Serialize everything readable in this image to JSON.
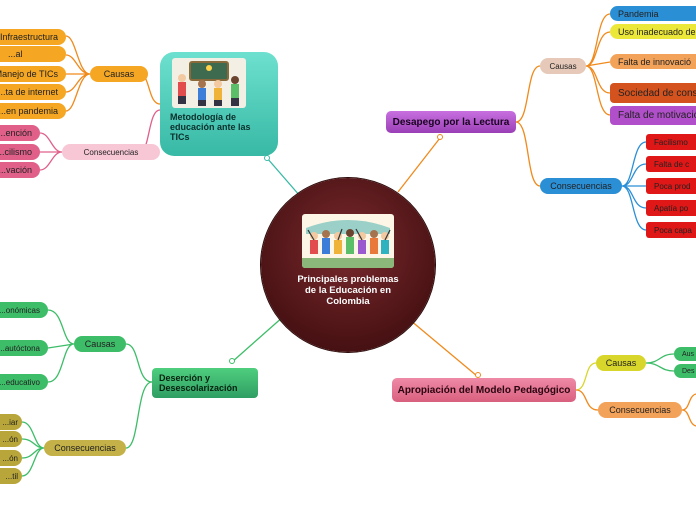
{
  "center": {
    "title": "Principales problemas de la Educación en Colombia"
  },
  "tics": {
    "title": "Metodología de educación ante las TICs",
    "causas_label": "Causas",
    "causas": [
      "Infraestructura",
      "...al",
      "Manejo de TICs",
      "...ta de internet",
      "...en pandemia"
    ],
    "consecuencias_label": "Consecuencias",
    "consecuencias": [
      "...ención",
      "...cilismo",
      "...vación"
    ]
  },
  "lectura": {
    "title": "Desapego por la Lectura",
    "causas_label": "Causas",
    "causas": [
      "Pandemia",
      "Uso inadecuado de",
      "Falta de innovació",
      "Sociedad de consu",
      "Falta de motivació"
    ],
    "consecuencias_label": "Consecuencias",
    "consecuencias": [
      "Facilismo",
      "Falta de c",
      "Poca prod",
      "Apatía po",
      "Poca capa"
    ]
  },
  "desercion": {
    "title": "Deserción y Desescolarización",
    "causas_label": "Causas",
    "causas": [
      "...onómicas",
      "...autóctona",
      "...educativo"
    ],
    "consecuencias_label": "Consecuencias",
    "consecuencias": [
      "...iar",
      "...ón",
      "...ón",
      "...til"
    ]
  },
  "modelo": {
    "title": "Apropiación del Modelo Pedagógico",
    "causas_label": "Causas",
    "causas": [
      "Aus",
      "Des"
    ],
    "consecuencias_label": "Consecuencias"
  },
  "colors": {
    "center": "#4a1214",
    "tics": "#37b9a5",
    "lectura": "#b04fc9",
    "desercion": "#2f9e63",
    "modelo": "#d9607f",
    "orange": "#f08a1c",
    "pink": "#e0608a",
    "blue": "#2b8fd6",
    "red": "#e01717",
    "olive": "#b8a63a",
    "green": "#3dbd68",
    "yellow": "#d8d62a"
  }
}
